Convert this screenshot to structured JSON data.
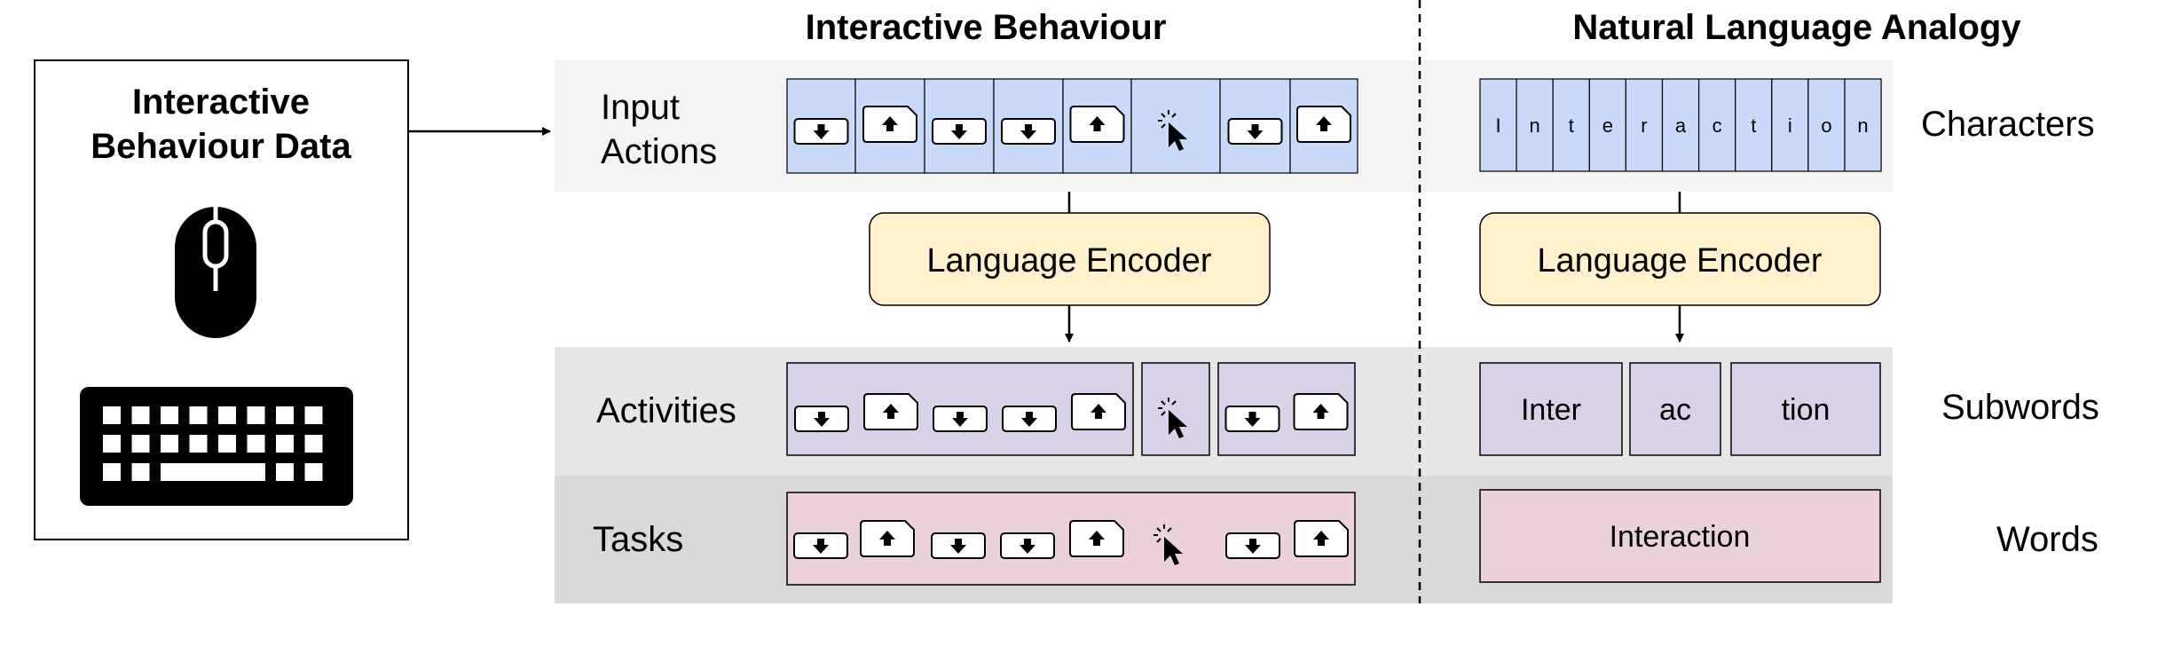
{
  "headers": {
    "left": "Interactive Behaviour",
    "right": "Natural Language Analogy"
  },
  "data_box": {
    "title_line1": "Interactive",
    "title_line2": "Behaviour Data",
    "icons": [
      "mouse-icon",
      "keyboard-icon"
    ]
  },
  "rows": {
    "input": {
      "label_line1": "Input",
      "label_line2": "Actions",
      "right_label": "Characters"
    },
    "activities": {
      "label": "Activities",
      "right_label": "Subwords"
    },
    "tasks": {
      "label": "Tasks",
      "right_label": "Words"
    }
  },
  "encoder": {
    "left_label": "Language Encoder",
    "right_label": "Language Encoder"
  },
  "action_sequence": [
    "key-down",
    "key-up",
    "key-down",
    "key-down",
    "key-up",
    "mouse-click",
    "key-down",
    "key-up"
  ],
  "activity_groups": [
    5,
    1,
    2
  ],
  "characters": [
    "I",
    "n",
    "t",
    "e",
    "r",
    "a",
    "c",
    "t",
    "i",
    "o",
    "n"
  ],
  "subwords": [
    "Inter",
    "ac",
    "tion"
  ],
  "word": "Interaction",
  "colors": {
    "input_fill": "#c9daf8",
    "activity_fill": "#d9d2e9",
    "task_fill": "#ead1dc",
    "encoder_fill": "#fff2cc",
    "band_light": "#f3f3f3",
    "band_mid": "#e6e6e6",
    "band_dark": "#d9d9d9"
  }
}
